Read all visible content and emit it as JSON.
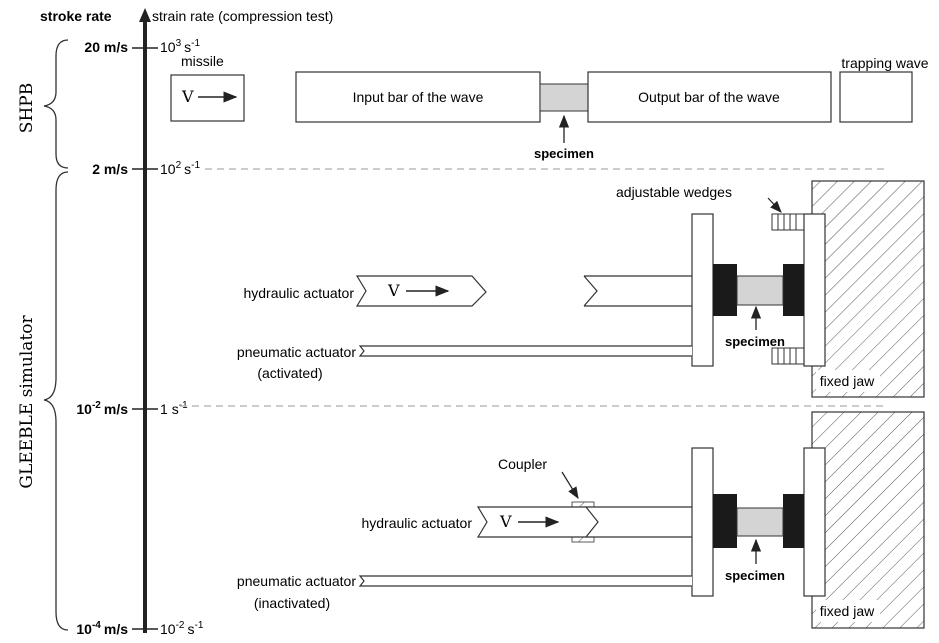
{
  "axis": {
    "stroke_rate_title": "stroke rate",
    "strain_rate_title": "strain rate (compression test)",
    "levels": [
      {
        "stroke": "20 m/s",
        "strain_base": "10",
        "strain_exp": "3",
        "strain_unit": "s",
        "strain_unit_exp": "-1"
      },
      {
        "stroke": "2 m/s",
        "strain_base": "10",
        "strain_exp": "2",
        "strain_unit": "s",
        "strain_unit_exp": "-1"
      },
      {
        "stroke_base": "10",
        "stroke_exp": "-2",
        "stroke_unit": "m/s",
        "strain": "1",
        "strain_unit": "s",
        "strain_unit_exp": "-1"
      },
      {
        "stroke_base": "10",
        "stroke_exp": "-4",
        "stroke_unit": "m/s",
        "strain_base": "10",
        "strain_exp": "-2",
        "strain_unit": "s",
        "strain_unit_exp": "-1"
      }
    ]
  },
  "ranges": {
    "shpb": "SHPB",
    "gleeble": "GLEEBLE simulator"
  },
  "shpb": {
    "missile_label": "missile",
    "velocity_symbol": "V",
    "input_bar": "Input bar of the wave",
    "output_bar": "Output bar of the wave",
    "trapping_wave": "trapping wave",
    "specimen": "specimen"
  },
  "gleeble_upper": {
    "adjustable_wedges": "adjustable wedges",
    "hydraulic_actuator": "hydraulic actuator",
    "velocity_symbol": "V",
    "pneumatic_actuator": "pneumatic actuator",
    "pneumatic_state": "(activated)",
    "specimen": "specimen",
    "fixed_jaw": "fixed jaw"
  },
  "gleeble_lower": {
    "coupler": "Coupler",
    "hydraulic_actuator": "hydraulic actuator",
    "velocity_symbol": "V",
    "pneumatic_actuator": "pneumatic actuator",
    "pneumatic_state": "(inactivated)",
    "specimen": "specimen",
    "fixed_jaw": "fixed jaw"
  },
  "colors": {
    "line": "#222222",
    "specimen_fill": "#d4d4d4",
    "grip_fill": "#1a1a1a",
    "dashed": "#bbbbbb"
  }
}
